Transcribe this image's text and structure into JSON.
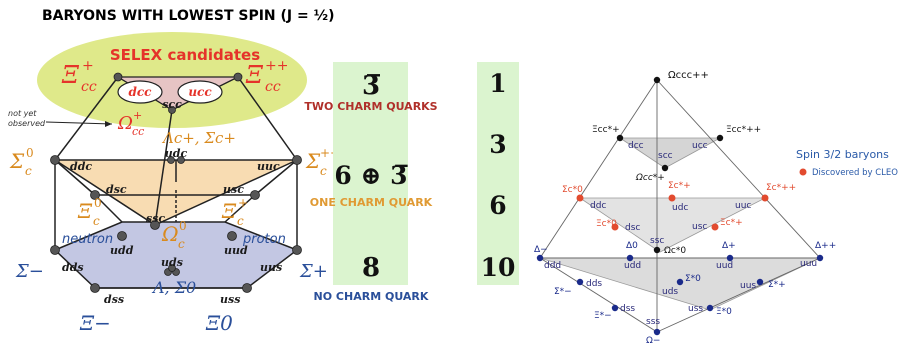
{
  "title": "BARYONS WITH LOWEST SPIN (J = ½)",
  "left": {
    "selex_title": "SELEX candidates",
    "not_yet_observed": [
      "not yet",
      "observed"
    ],
    "particles": {
      "xi_cc_plus": {
        "base": "Ξ",
        "sub": "cc",
        "sup": "+"
      },
      "xi_cc_plusplus": {
        "base": "Ξ",
        "sub": "cc",
        "sup": "++"
      },
      "omega_cc": {
        "base": "Ω",
        "sub": "cc",
        "sup": "+"
      },
      "lambda_sigma_c": "Λc+, Σc+",
      "sigma_c0": {
        "base": "Σ",
        "sub": "c",
        "sup": "0"
      },
      "sigma_cpp": {
        "base": "Σ",
        "sub": "c",
        "sup": "++"
      },
      "xi_c0": {
        "base": "Ξ",
        "sub": "c",
        "sup": "0"
      },
      "xi_cplus": {
        "base": "Ξ",
        "sub": "c",
        "sup": "+"
      },
      "omega_c0": {
        "base": "Ω",
        "sub": "c",
        "sup": "0"
      },
      "neutron": "neutron",
      "proton": "proton",
      "lambda_sigma0": "Λ, Σ0",
      "sigma_minus": "Σ−",
      "sigma_plus": "Σ+",
      "xi_minus": "Ξ−",
      "xi_zero": "Ξ0"
    },
    "quarks": {
      "dcc": "dcc",
      "ucc": "ucc",
      "scc": "scc",
      "ddc": "ddc",
      "udc": "udc",
      "uuc": "uuc",
      "dsc": "dsc",
      "usc": "usc",
      "ssc": "ssc",
      "udd": "udd",
      "uud": "uud",
      "uds": "uds",
      "dds": "dds",
      "uus": "uus",
      "dss": "dss",
      "uss": "uss"
    }
  },
  "multiplets": {
    "two_charm_symbol": "3̅",
    "two_charm_label": "TWO CHARM QUARKS",
    "one_charm_symbol": "6 ⊕ 3̅",
    "one_charm_label": "ONE CHARM QUARK",
    "no_charm_symbol": "8",
    "no_charm_label": "NO CHARM QUARK",
    "spin32_counts": [
      "1",
      "3",
      "6",
      "10"
    ]
  },
  "right": {
    "legend_title": "Spin 3/2 baryons",
    "legend_item": "Discovered by CLEO",
    "particles": {
      "omega_ccc": "Ωccc++",
      "xi_cc_p": "Ξcc*+",
      "xi_cc_pp": "Ξcc*++",
      "omega_cc": "Ωcc*+",
      "sigma_c0": "Σc*0",
      "sigma_cp": "Σc*+",
      "sigma_cpp": "Σc*++",
      "xi_c0": "Ξc*0",
      "xi_cp": "Ξc*+",
      "omega_c0": "Ωc*0",
      "delta_minus": "Δ−",
      "delta_zero": "Δ0",
      "delta_plus": "Δ+",
      "delta_pp": "Δ++",
      "sigma_minus": "Σ*−",
      "sigma_zero": "Σ*0",
      "sigma_plus": "Σ*+",
      "xi_minus": "Ξ*−",
      "xi_zero": "Ξ*0",
      "omega_minus": "Ω−"
    },
    "quarks": {
      "dcc": "dcc",
      "ucc": "ucc",
      "scc": "scc",
      "ddc": "ddc",
      "udc": "udc",
      "uuc": "uuc",
      "dsc": "dsc",
      "usc": "usc",
      "ssc": "ssc",
      "ddd": "ddd",
      "udd": "udd",
      "uud": "uud",
      "uuu": "uuu",
      "dds": "dds",
      "uds": "uds",
      "uus": "uus",
      "dss": "dss",
      "uss": "uss",
      "sss": "sss"
    }
  },
  "colors": {
    "selex_ellipse": "#dfe98a",
    "charm_red": "#e5332a",
    "orange_label": "#d98a1e",
    "blue_label": "#2a4f9a",
    "green_column": "#dbf4cf",
    "mid_plane": "#f8dcb2",
    "bottom_plane": "#c3c7e3",
    "cleo_red": "#e24b2f",
    "dark_blue_dot": "#1a2a8a"
  }
}
